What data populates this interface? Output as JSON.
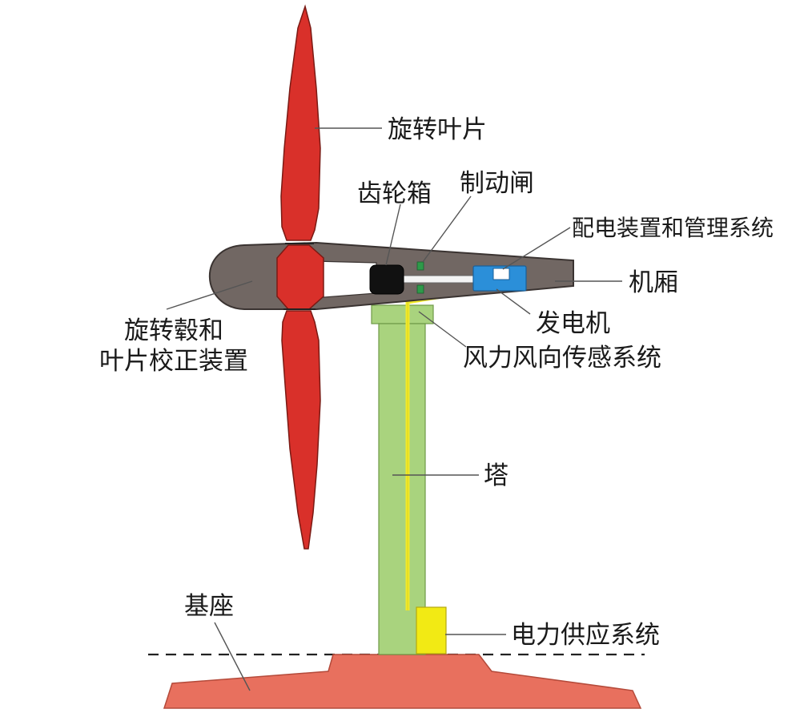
{
  "labels": {
    "blade": "旋转叶片",
    "gearbox": "齿轮箱",
    "brake": "制动闸",
    "power_mgmt": "配电装置和管理系统",
    "nacelle": "机厢",
    "generator": "发电机",
    "hub_line1": "旋转毂和",
    "hub_line2": "叶片校正装置",
    "wind_sensor": "风力风向传感系统",
    "tower": "塔",
    "base": "基座",
    "power_supply": "电力供应系统"
  },
  "colors": {
    "blade": "#d9302a",
    "blade_outline": "#7a1a14",
    "nacelle": "#716763",
    "tower": "#a9d37e",
    "cable": "#f2ea2a",
    "generator": "#2b8fd9",
    "gearbox": "#111111",
    "brake": "#2e9a4a",
    "power_box": "#f2ea14",
    "base": "#e8705e",
    "ground_line": "#222222"
  }
}
